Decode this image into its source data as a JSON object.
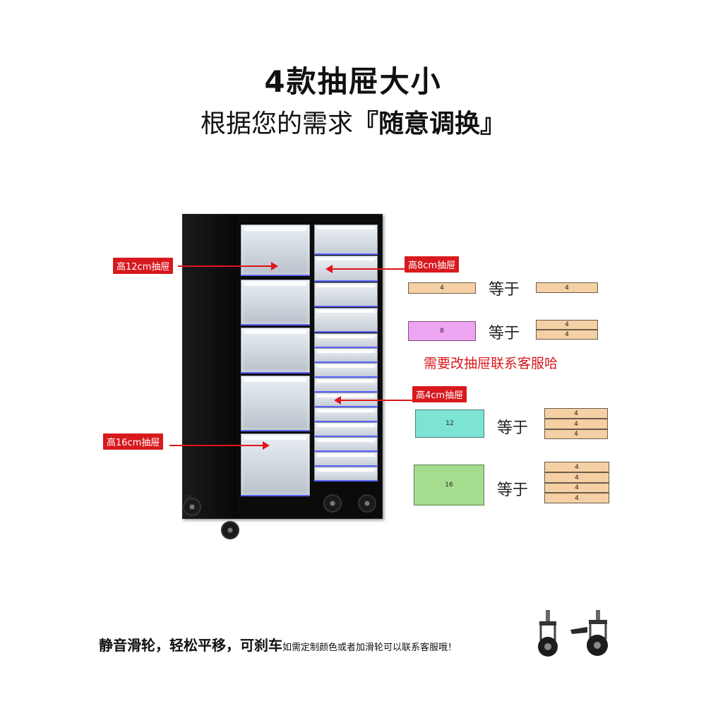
{
  "header": {
    "title": "4款抽屉大小",
    "subtitle_lead": "根据您的需求",
    "subtitle_emphasis": "『随意调换』"
  },
  "callouts": {
    "h12": "高12cm抽屉",
    "h8": "高8cm抽屉",
    "h4": "高4cm抽屉",
    "h16": "高16cm抽屉"
  },
  "comparison": {
    "equals_label": "等于",
    "row1": {
      "left": "4",
      "right": [
        "4"
      ]
    },
    "row2": {
      "left": "8",
      "right": [
        "4",
        "4"
      ]
    },
    "row3": {
      "left": "12",
      "right": [
        "4",
        "4",
        "4"
      ]
    },
    "row4": {
      "left": "16",
      "right": [
        "4",
        "4",
        "4",
        "4"
      ]
    },
    "colors": {
      "peach": "#f5d0a4",
      "pink": "#eea6f2",
      "teal": "#7de3d4",
      "green": "#a5dd8f",
      "red": "#d8191e"
    }
  },
  "note": "需要改抽屉联系客服哈",
  "footer": {
    "bold_text": "静音滑轮，轻松平移，可刹车",
    "small_text": "如需定制颜色或者加滑轮可以联系客服哦！"
  },
  "icons": [
    "caster-wheel-icon",
    "brake-caster-wheel-icon",
    "arrow-icon"
  ]
}
